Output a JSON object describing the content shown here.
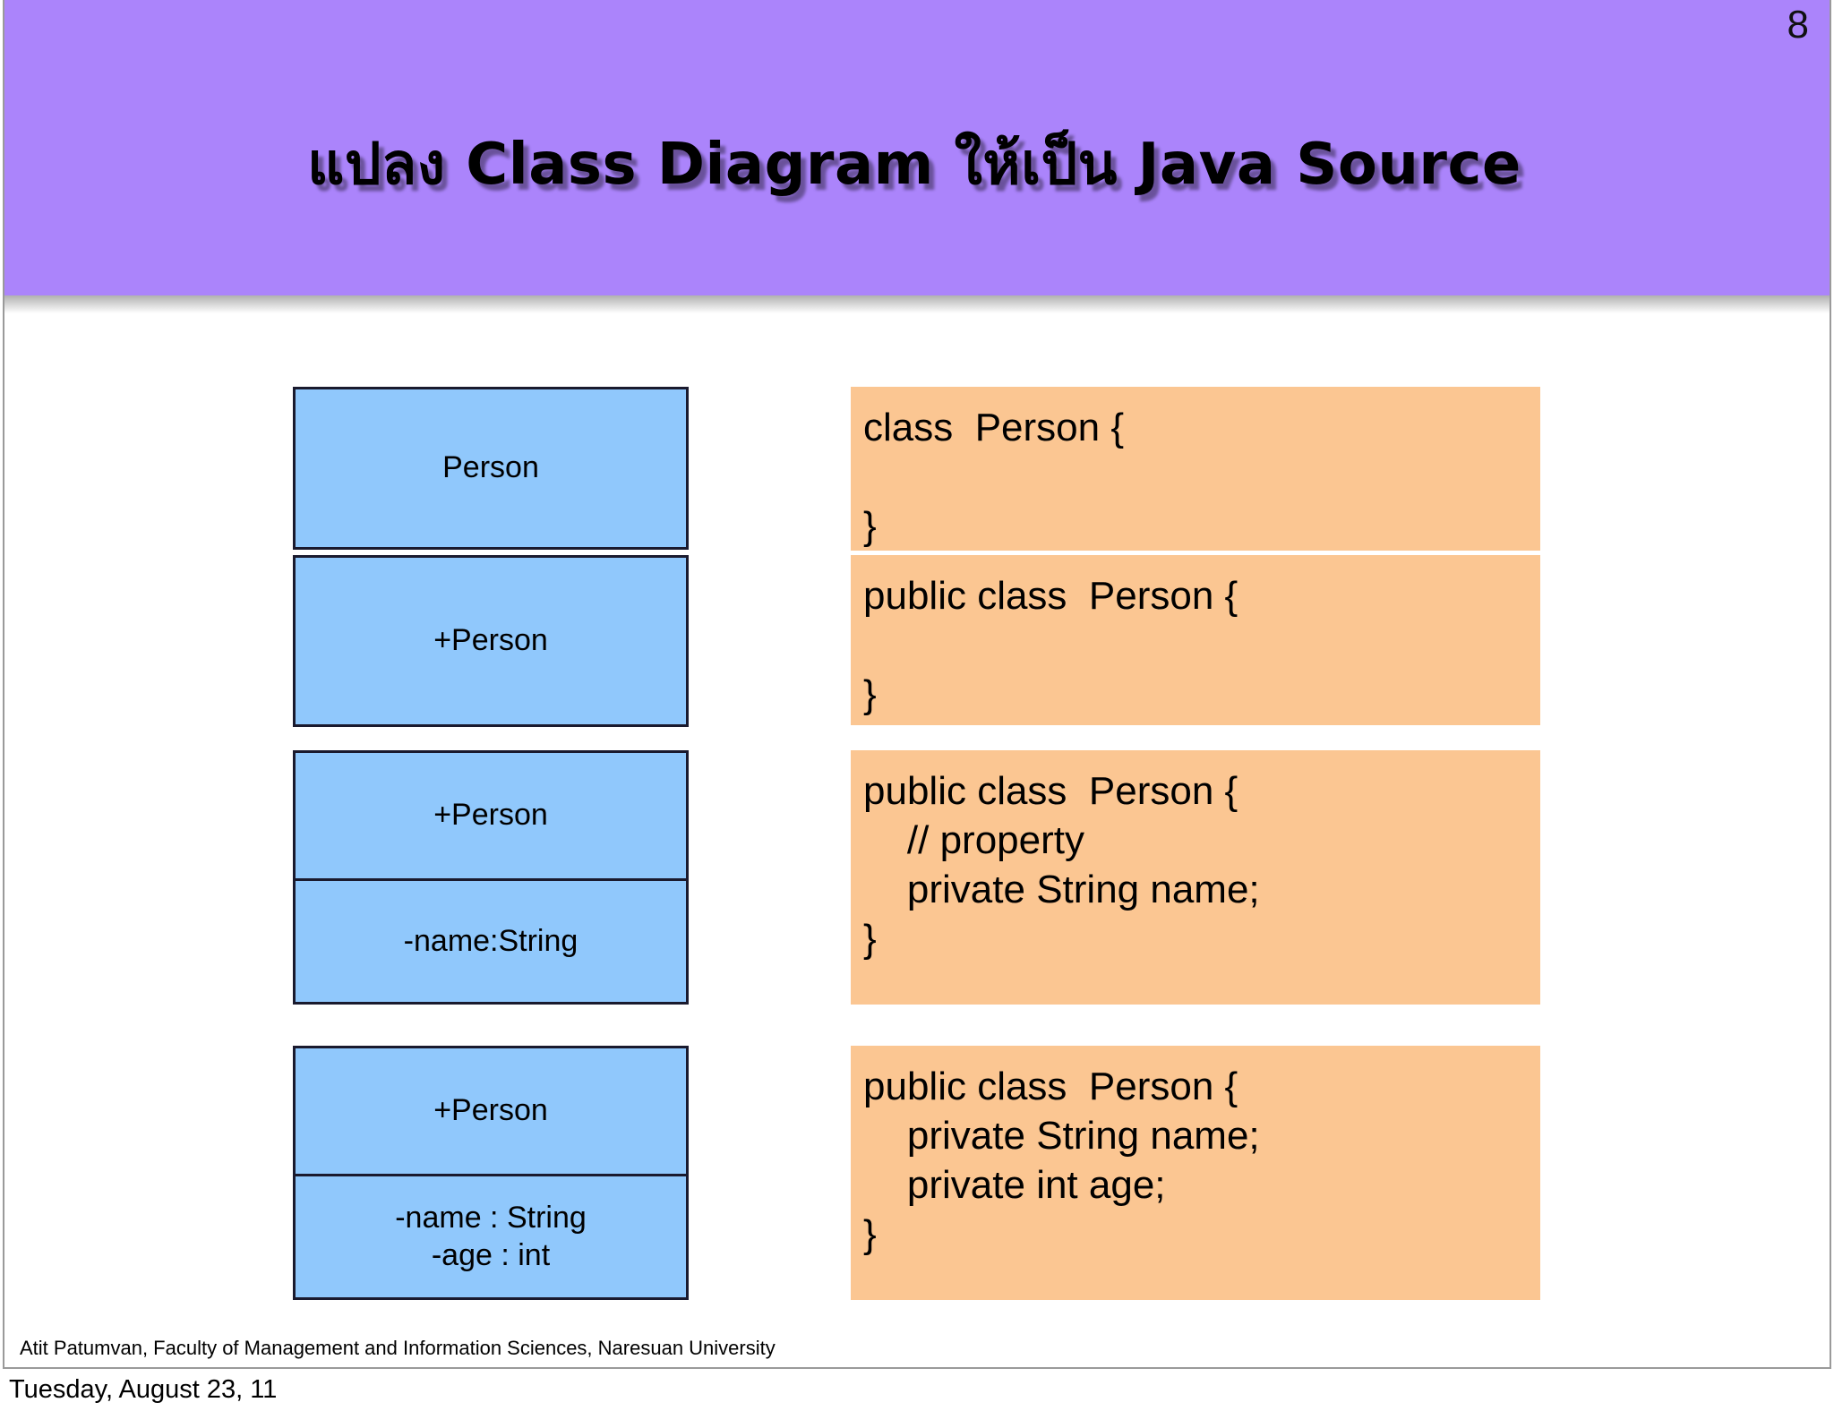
{
  "slide": {
    "page_number": "8",
    "title": "แปลง Class Diagram ให้เป็น Java Source",
    "header_color": "#AB84FB",
    "uml_box_color": "#90C8FC",
    "code_box_color": "#FBC692",
    "border_color": "#1A1A2E"
  },
  "rows": [
    {
      "uml": {
        "compartments": [
          {
            "lines": [
              "Person"
            ]
          }
        ]
      },
      "code": {
        "lines": [
          "class  Person {",
          "",
          "}"
        ]
      }
    },
    {
      "uml": {
        "compartments": [
          {
            "lines": [
              "+Person"
            ]
          }
        ]
      },
      "code": {
        "lines": [
          "public class  Person {",
          "",
          "}"
        ]
      }
    },
    {
      "uml": {
        "compartments": [
          {
            "lines": [
              "+Person"
            ]
          },
          {
            "lines": [
              "-name:String"
            ]
          }
        ]
      },
      "code": {
        "lines": [
          "public class  Person {",
          "    // property",
          "    private String name;",
          "}"
        ]
      }
    },
    {
      "uml": {
        "compartments": [
          {
            "lines": [
              "+Person"
            ]
          },
          {
            "lines": [
              "-name : String",
              "-age : int"
            ]
          }
        ]
      },
      "code": {
        "lines": [
          "public class  Person {",
          "    private String name;",
          "    private int age;",
          "}"
        ]
      }
    }
  ],
  "footer": {
    "credit": "Atit Patumvan, Faculty of Management and Information Sciences, Naresuan University",
    "date": "Tuesday, August 23, 11"
  }
}
